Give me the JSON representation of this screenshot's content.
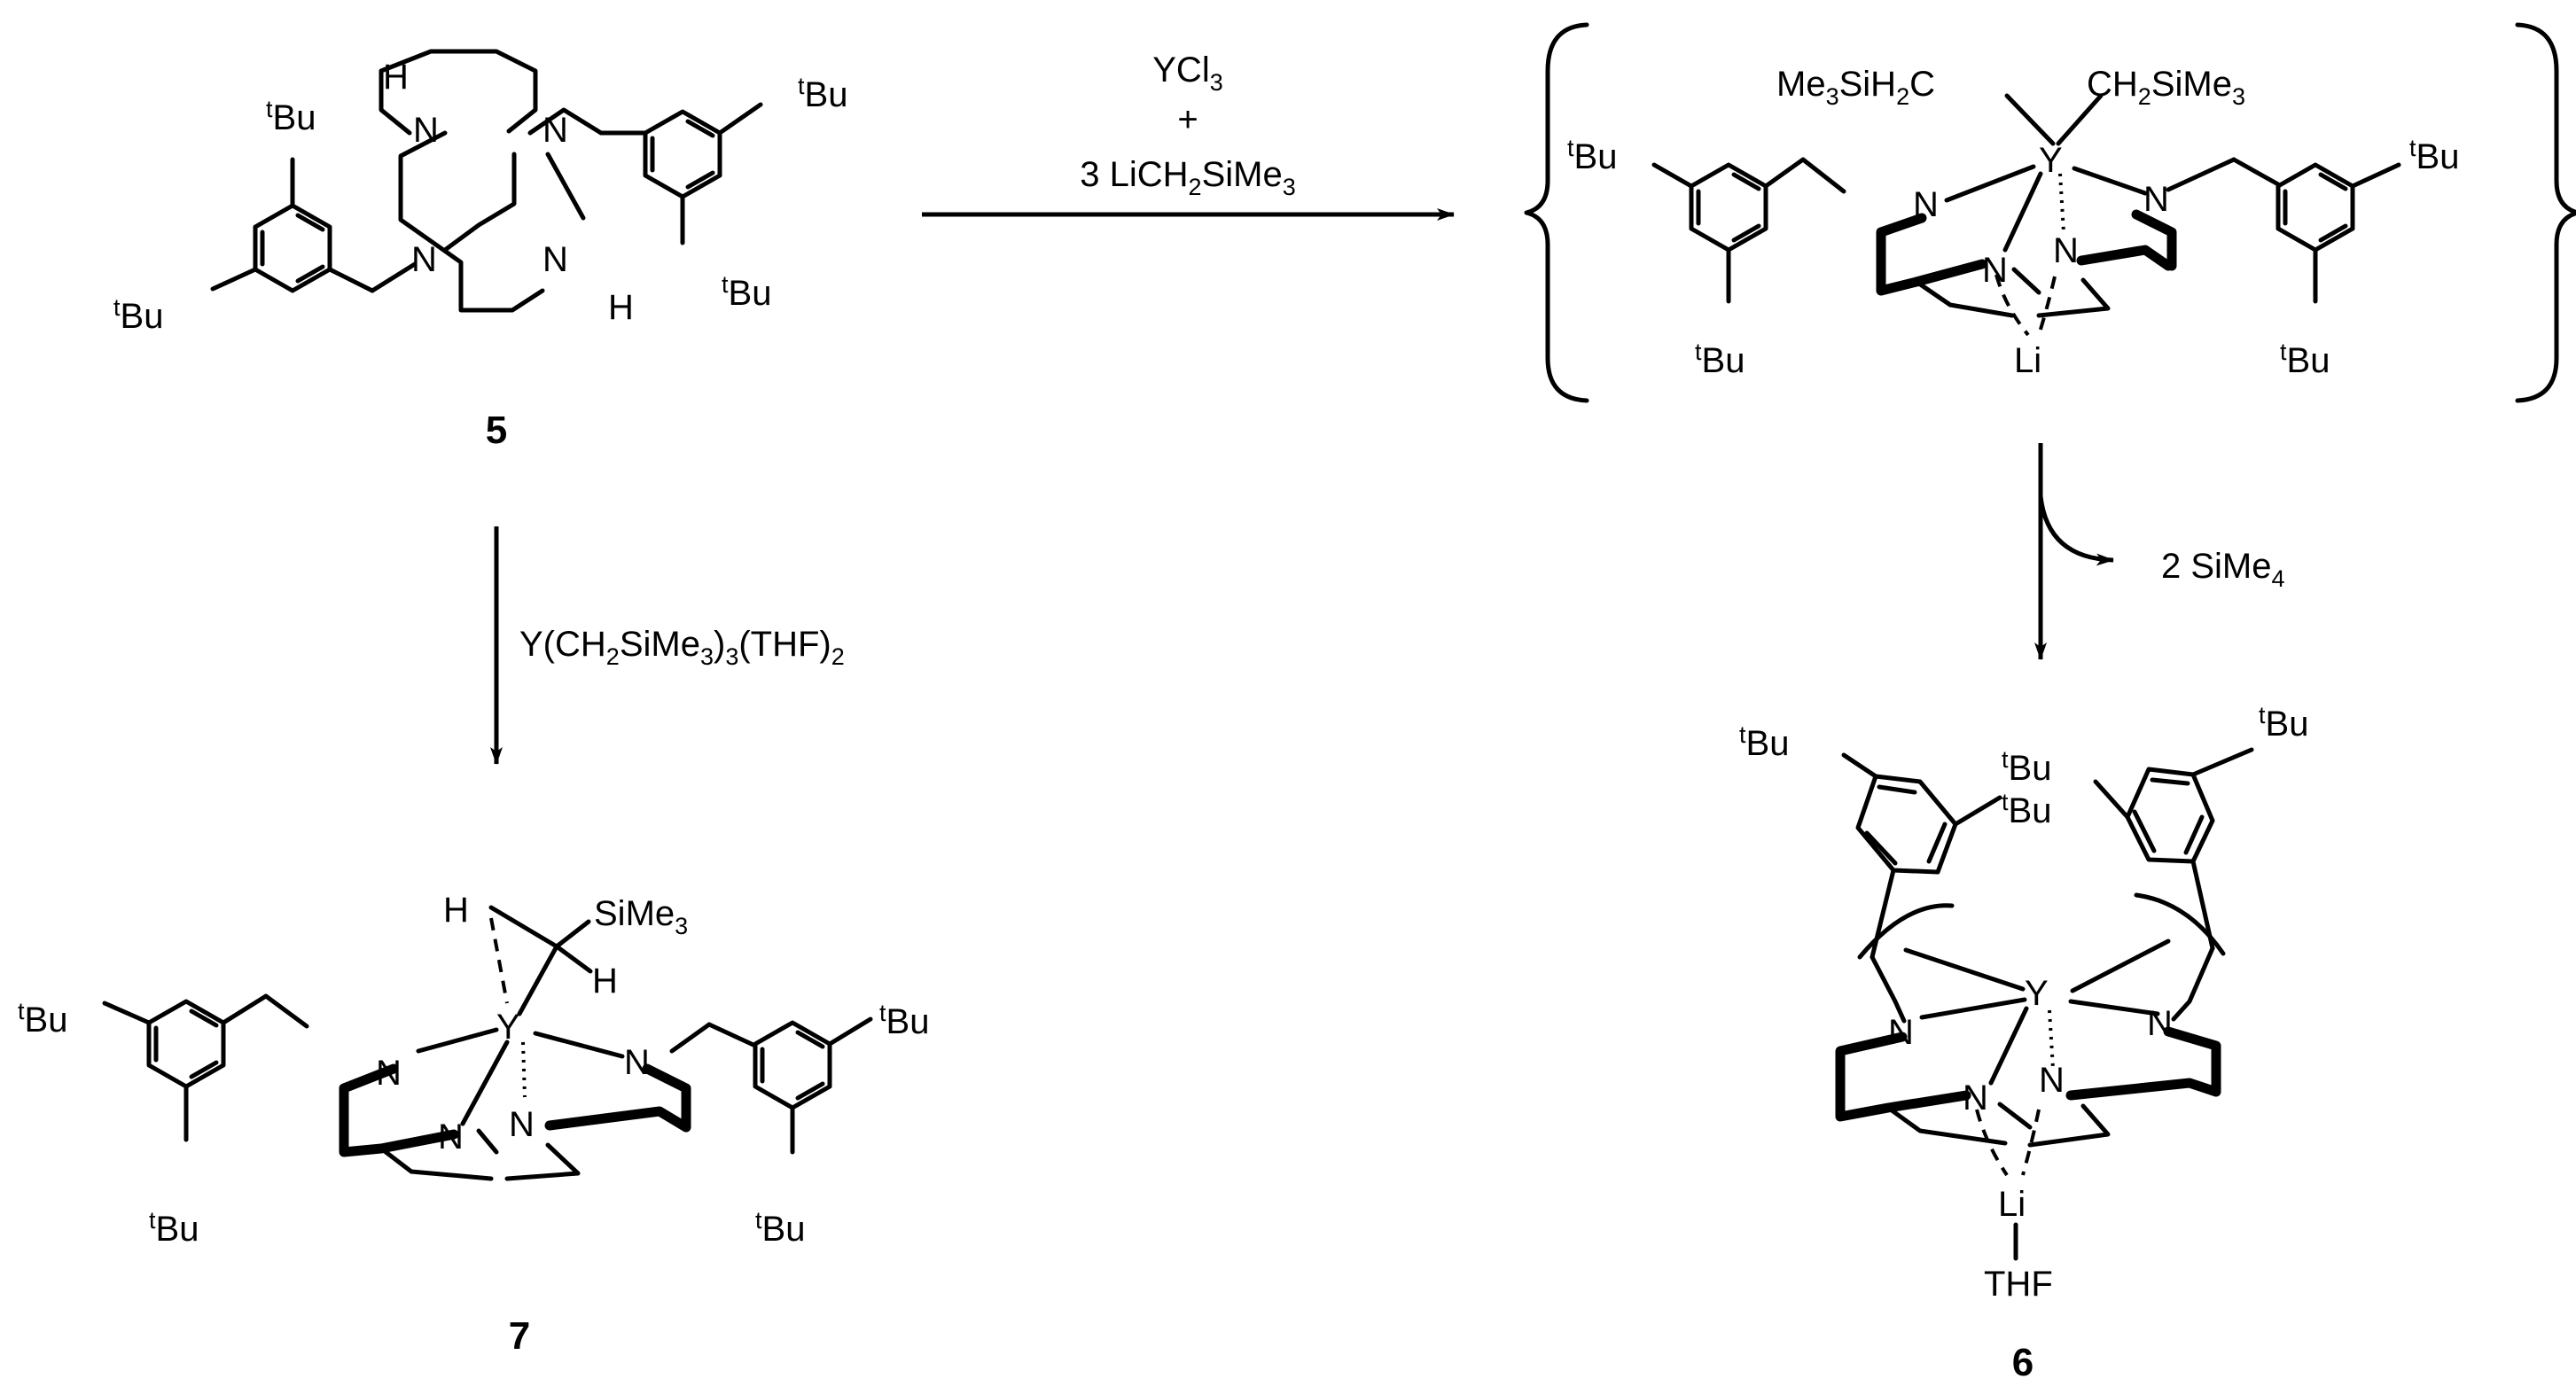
{
  "compounds": {
    "c5": {
      "number": "5",
      "nh_top": "H",
      "nh_bottom": "H"
    },
    "c7": {
      "number": "7",
      "metal": "Y",
      "h1": "H",
      "h2": "H"
    },
    "intermediate": {
      "metal": "Y",
      "li": "Li"
    },
    "c6": {
      "number": "6",
      "metal": "Y",
      "li": "Li",
      "thf": "THF"
    }
  },
  "atoms": {
    "nitrogen": "N",
    "tbu_sup": "t",
    "tbu_main": "Bu"
  },
  "reagents": {
    "top_arrow": {
      "line1": "YCl",
      "line1_sub": "3",
      "line2": "+",
      "line3_a": "3 LiCH",
      "line3_sub1": "2",
      "line3_b": "SiMe",
      "line3_sub2": "3"
    },
    "left_arrow": {
      "a": "Y(CH",
      "s1": "2",
      "b": "SiMe",
      "s2": "3",
      "c": ")",
      "s3": "3",
      "d": "(THF)",
      "s4": "2"
    },
    "right_arrow": {
      "a": "2 SiMe",
      "s1": "4"
    }
  },
  "ligands": {
    "me3sih2c": {
      "a": "Me",
      "s1": "3",
      "b": "SiH",
      "s2": "2",
      "c": "C"
    },
    "ch2sime3": {
      "a": "CH",
      "s1": "2",
      "b": "SiMe",
      "s2": "3"
    },
    "sime3": {
      "a": "SiMe",
      "s1": "3"
    }
  }
}
